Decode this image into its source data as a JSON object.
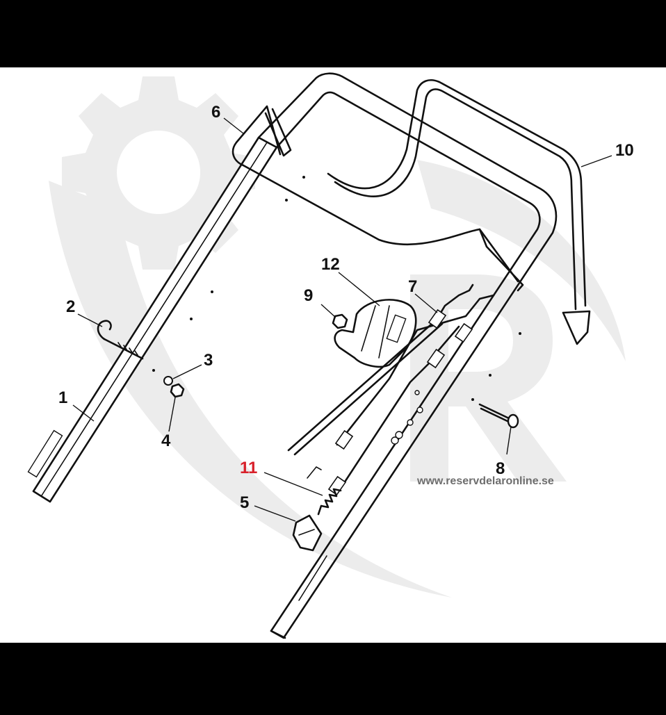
{
  "diagram": {
    "colors": {
      "background": "#ffffff",
      "frame": "#000000",
      "line": "#111111",
      "highlight": "#d8202a",
      "watermark": "#ececec"
    },
    "watermark_text": "www.reservdelaronline.se",
    "callouts": [
      {
        "id": "1",
        "text": "1",
        "highlight": false
      },
      {
        "id": "2",
        "text": "2",
        "highlight": false
      },
      {
        "id": "3",
        "text": "3",
        "highlight": false
      },
      {
        "id": "4",
        "text": "4",
        "highlight": false
      },
      {
        "id": "5",
        "text": "5",
        "highlight": false
      },
      {
        "id": "6",
        "text": "6",
        "highlight": false
      },
      {
        "id": "7",
        "text": "7",
        "highlight": false
      },
      {
        "id": "8",
        "text": "8",
        "highlight": false
      },
      {
        "id": "9",
        "text": "9",
        "highlight": false
      },
      {
        "id": "10",
        "text": "10",
        "highlight": false
      },
      {
        "id": "11",
        "text": "11",
        "highlight": true
      },
      {
        "id": "12",
        "text": "12",
        "highlight": false
      }
    ]
  }
}
